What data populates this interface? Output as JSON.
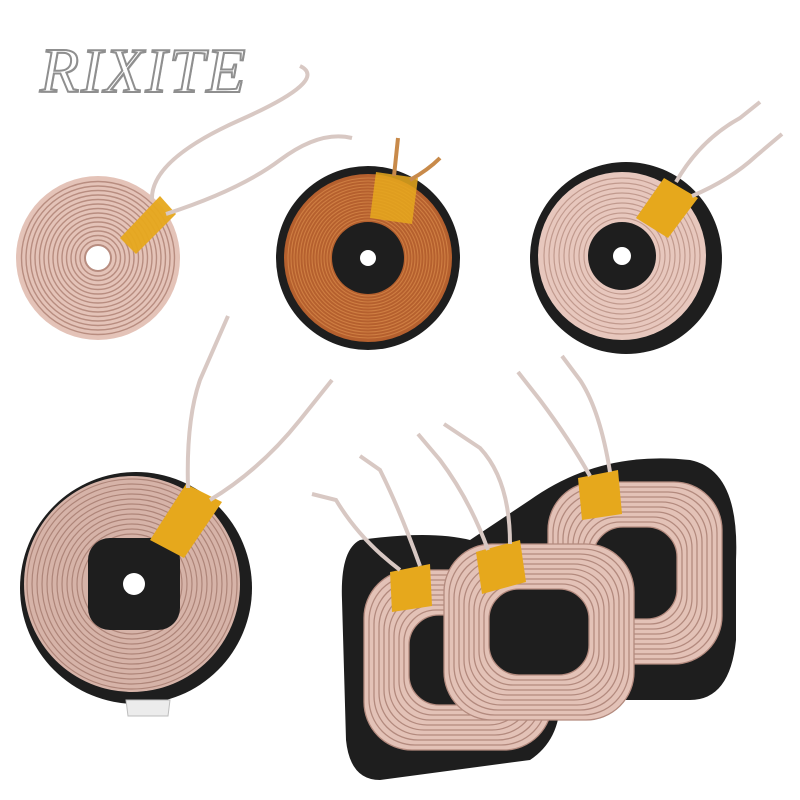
{
  "watermark": {
    "text": "RIXITE"
  },
  "colors": {
    "background": "#ffffff",
    "ferrite_black": "#1e1e1e",
    "litz_pink": "#cfa69a",
    "litz_pink_light": "#e7c7bd",
    "enamel_copper": "#b5602e",
    "copper_highlight": "#e09250",
    "kapton_tape": "#e6a81c",
    "lead_wire": "#d9d4d2"
  },
  "objects": [
    {
      "name": "round-litz-coil-small",
      "kind": "round coil, no shield"
    },
    {
      "name": "copper-enamel-coil-on-ferrite",
      "kind": "round coil, ferrite shield"
    },
    {
      "name": "round-litz-coil-on-ferrite",
      "kind": "round coil, ferrite shield"
    },
    {
      "name": "large-round-litz-coil-square-core",
      "kind": "round coil, ferrite shield"
    },
    {
      "name": "triple-rectangular-coil-array",
      "kind": "three rounded-rect coils on ferrite sheet"
    }
  ]
}
